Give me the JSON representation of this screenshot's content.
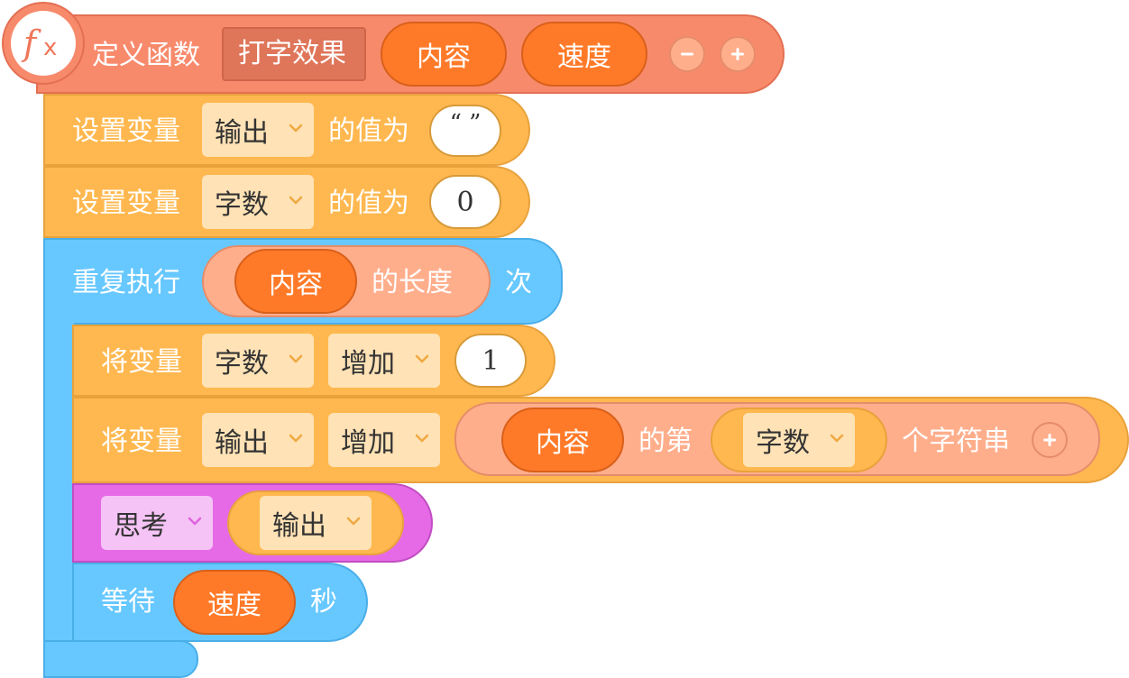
{
  "define": {
    "keyword": "定义函数",
    "func_name": "打字效果",
    "params": [
      "内容",
      "速度"
    ]
  },
  "set1": {
    "keyword": "设置变量",
    "var": "输出",
    "value_label": "的值为",
    "value": "“ ”"
  },
  "set2": {
    "keyword": "设置变量",
    "var": "字数",
    "value_label": "的值为",
    "value": "0"
  },
  "repeat": {
    "keyword": "重复执行",
    "param": "内容",
    "length_label": "的长度",
    "times_label": "次"
  },
  "change1": {
    "keyword": "将变量",
    "var": "字数",
    "op": "增加",
    "value": "1"
  },
  "change2": {
    "keyword": "将变量",
    "var": "输出",
    "op": "增加",
    "param": "内容",
    "nth_label": "的第",
    "index_var": "字数",
    "suffix": "个字符串"
  },
  "think": {
    "mode": "思考",
    "var": "输出"
  },
  "wait": {
    "keyword": "等待",
    "param": "速度",
    "unit": "秒"
  },
  "icons": {
    "function": "function-icon",
    "minus": "minus-icon",
    "plus": "plus-icon",
    "chevron": "chevron-down-icon"
  },
  "colors": {
    "define": "#f88a6c",
    "variable": "#ffb84f",
    "control": "#67c8ff",
    "looks": "#e66ae6",
    "param": "#ff7a28"
  }
}
